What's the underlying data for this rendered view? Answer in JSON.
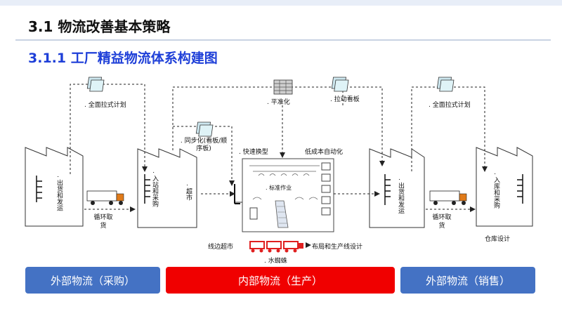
{
  "page": {
    "title": "3.1 物流改善基本策略",
    "subtitle": "3.1.1 工厂精益物流体系构建图"
  },
  "labels": {
    "left_plan": ". 全面拉式计划",
    "right_plan": ". 全面拉式计划",
    "leveling": ". 平准化",
    "kanban": ". 拉动看板",
    "sync": ". 同步化(看板/顺序板)",
    "quick_change": ". 快速换型",
    "low_cost_auto": "低成本自动化",
    "milk_run_left": "循环取货",
    "milk_run_right": "循环取货",
    "warehouse_design": "仓库设计",
    "line_market": "线边超市",
    "water_spider": ". 水蜘蛛",
    "layout_design": "布局和生产线设计",
    "std_work": ". 标准作业",
    "supplier_ship": ". 出货和发运",
    "plant_receive": ". 入站和采购",
    "supermarket": ". 超市",
    "plant_ship": ". 出货和发运",
    "customer_receive": ". 入库和采购"
  },
  "bands": {
    "left": "外部物流（采购）",
    "middle": "内部物流（生产）",
    "right": "外部物流（销售）"
  },
  "colors": {
    "blue_band": "#4472c4",
    "red_band": "#f00000",
    "subtitle": "#1e3fd8",
    "truck_cab": "#e07b1a",
    "water_spider": "#e02020"
  }
}
